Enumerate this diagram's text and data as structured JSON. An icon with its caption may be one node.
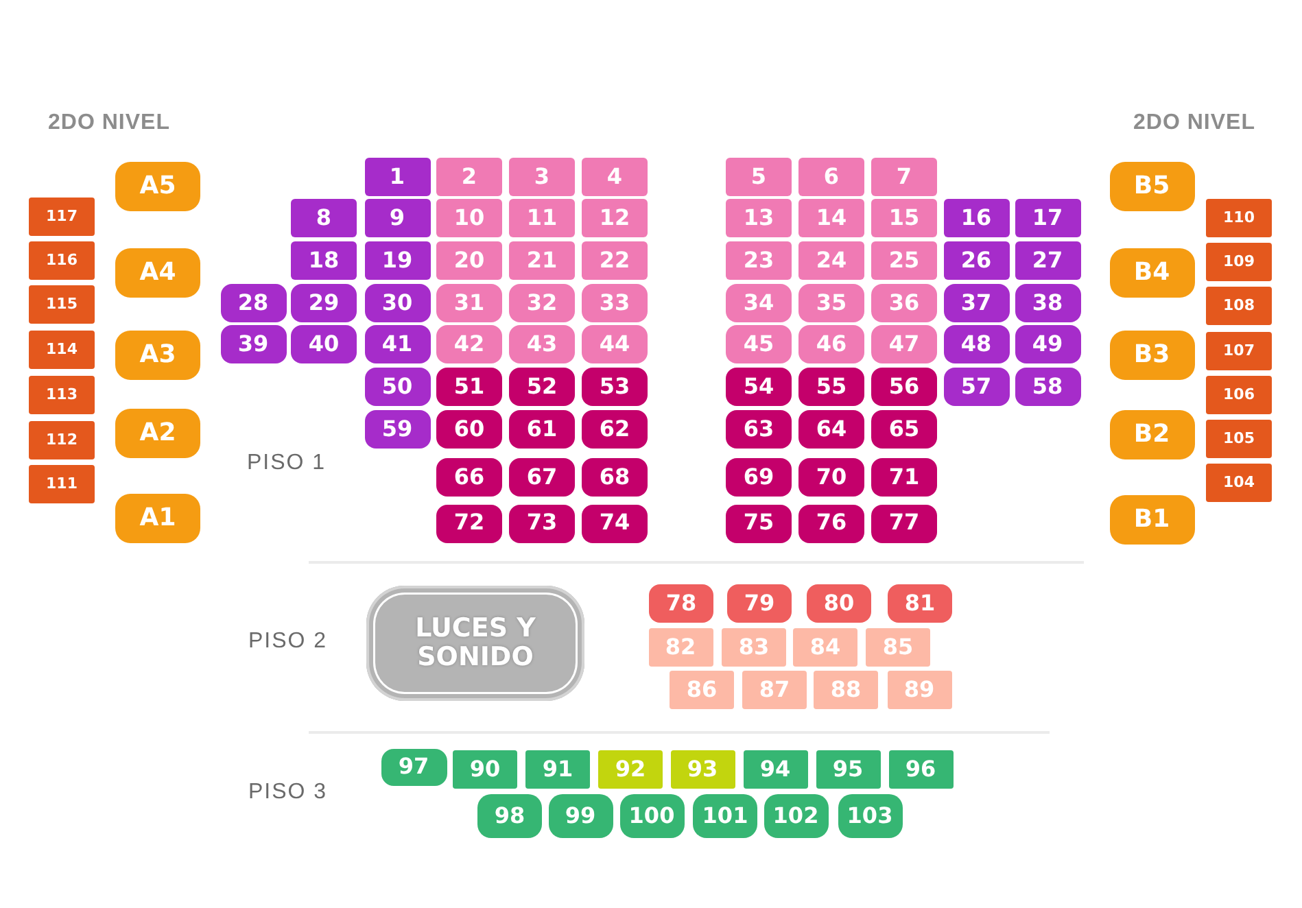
{
  "diagram": {
    "nodes": [
      {
        "text": [
          "117"
        ]
      },
      {
        "text": [
          "116"
        ]
      },
      {
        "text": [
          "115"
        ]
      },
      {
        "text": [
          "114"
        ]
      },
      {
        "text": [
          "113"
        ]
      },
      {
        "text": [
          "112"
        ]
      },
      {
        "text": [
          "111"
        ]
      },
      {
        "text": [
          "A5"
        ]
      },
      {
        "text": [
          "A4"
        ]
      },
      {
        "text": [
          "A3"
        ]
      },
      {
        "text": [
          "A2"
        ]
      },
      {
        "text": [
          "A1"
        ]
      },
      {
        "text": [
          "1"
        ]
      },
      {
        "text": [
          "2"
        ]
      },
      {
        "text": [
          "3"
        ]
      },
      {
        "text": [
          "4"
        ]
      },
      {
        "text": [
          "5"
        ]
      },
      {
        "text": [
          "6"
        ]
      },
      {
        "text": [
          "7"
        ]
      },
      {
        "text": [
          "8"
        ]
      },
      {
        "text": [
          "9"
        ]
      },
      {
        "text": [
          "10"
        ]
      },
      {
        "text": [
          "11"
        ]
      },
      {
        "text": [
          "12"
        ]
      },
      {
        "text": [
          "13"
        ]
      },
      {
        "text": [
          "14"
        ]
      },
      {
        "text": [
          "15"
        ]
      },
      {
        "text": [
          "16"
        ]
      },
      {
        "text": [
          "17"
        ]
      },
      {
        "text": [
          "18"
        ]
      },
      {
        "text": [
          "19"
        ]
      },
      {
        "text": [
          "20"
        ]
      },
      {
        "text": [
          "21"
        ]
      },
      {
        "text": [
          "22"
        ]
      },
      {
        "text": [
          "23"
        ]
      },
      {
        "text": [
          "24"
        ]
      },
      {
        "text": [
          "25"
        ]
      },
      {
        "text": [
          "26"
        ]
      },
      {
        "text": [
          "27"
        ]
      },
      {
        "text": [
          "28"
        ]
      },
      {
        "text": [
          "29"
        ]
      },
      {
        "text": [
          "30"
        ]
      },
      {
        "text": [
          "31"
        ]
      },
      {
        "text": [
          "32"
        ]
      },
      {
        "text": [
          "33"
        ]
      },
      {
        "text": [
          "34"
        ]
      },
      {
        "text": [
          "35"
        ]
      },
      {
        "text": [
          "36"
        ]
      },
      {
        "text": [
          "37"
        ]
      },
      {
        "text": [
          "38"
        ]
      },
      {
        "text": [
          "39"
        ]
      },
      {
        "text": [
          "40"
        ]
      },
      {
        "text": [
          "41"
        ]
      },
      {
        "text": [
          "42"
        ]
      },
      {
        "text": [
          "43"
        ]
      },
      {
        "text": [
          "44"
        ]
      },
      {
        "text": [
          "45"
        ]
      },
      {
        "text": [
          "46"
        ]
      },
      {
        "text": [
          "47"
        ]
      },
      {
        "text": [
          "48"
        ]
      },
      {
        "text": [
          "49"
        ]
      },
      {
        "text": [
          "50"
        ]
      },
      {
        "text": [
          "51"
        ]
      },
      {
        "text": [
          "52"
        ]
      },
      {
        "text": [
          "53"
        ]
      },
      {
        "text": [
          "54"
        ]
      },
      {
        "text": [
          "55"
        ]
      },
      {
        "text": [
          "56"
        ]
      },
      {
        "text": [
          "57"
        ]
      },
      {
        "text": [
          "58"
        ]
      },
      {
        "text": [
          "59"
        ]
      },
      {
        "text": [
          "60"
        ]
      },
      {
        "text": [
          "61"
        ]
      },
      {
        "text": [
          "62"
        ]
      },
      {
        "text": [
          "63"
        ]
      },
      {
        "text": [
          "64"
        ]
      },
      {
        "text": [
          "65"
        ]
      },
      {
        "text": [
          "66"
        ]
      },
      {
        "text": [
          "67"
        ]
      },
      {
        "text": [
          "68"
        ]
      },
      {
        "text": [
          "69"
        ]
      },
      {
        "text": [
          "70"
        ]
      },
      {
        "text": [
          "71"
        ]
      },
      {
        "text": [
          "72"
        ]
      },
      {
        "text": [
          "73"
        ]
      },
      {
        "text": [
          "74"
        ]
      },
      {
        "text": [
          "75"
        ]
      },
      {
        "text": [
          "76"
        ]
      },
      {
        "text": [
          "77"
        ]
      },
      {
        "text": [
          "B5"
        ]
      },
      {
        "text": [
          "B4"
        ]
      },
      {
        "text": [
          "B3"
        ]
      },
      {
        "text": [
          "B2"
        ]
      },
      {
        "text": [
          "B1"
        ]
      },
      {
        "text": [
          "110"
        ]
      },
      {
        "text": [
          "109"
        ]
      },
      {
        "text": [
          "108"
        ]
      },
      {
        "text": [
          "107"
        ]
      },
      {
        "text": [
          "106"
        ]
      },
      {
        "text": [
          "105"
        ]
      },
      {
        "text": [
          "104"
        ]
      },
      {
        "text": [
          "LUCES Y SONIDO"
        ]
      },
      {
        "text": [
          "78"
        ]
      },
      {
        "text": [
          "79"
        ]
      },
      {
        "text": [
          "80"
        ]
      },
      {
        "text": [
          "81"
        ]
      },
      {
        "text": [
          "82"
        ]
      },
      {
        "text": [
          "83"
        ]
      },
      {
        "text": [
          "84"
        ]
      },
      {
        "text": [
          "85"
        ]
      },
      {
        "text": [
          "86"
        ]
      },
      {
        "text": [
          "87"
        ]
      },
      {
        "text": [
          "88"
        ]
      },
      {
        "text": [
          "89"
        ]
      },
      {
        "text": [
          "97"
        ]
      },
      {
        "text": [
          "90"
        ]
      },
      {
        "text": [
          "91"
        ]
      },
      {
        "text": [
          "92"
        ]
      },
      {
        "text": [
          "93"
        ]
      },
      {
        "text": [
          "94"
        ]
      },
      {
        "text": [
          "95"
        ]
      },
      {
        "text": [
          "96"
        ]
      },
      {
        "text": [
          "98"
        ]
      },
      {
        "text": [
          "99"
        ]
      },
      {
        "text": [
          "100"
        ]
      },
      {
        "text": [
          "101"
        ]
      },
      {
        "text": [
          "102"
        ]
      },
      {
        "text": [
          "103"
        ]
      }
    ],
    "labels": [
      "2DO NIVEL",
      "2DO NIVEL",
      "PISO 1",
      "PISO 2",
      "PISO 3"
    ]
  }
}
